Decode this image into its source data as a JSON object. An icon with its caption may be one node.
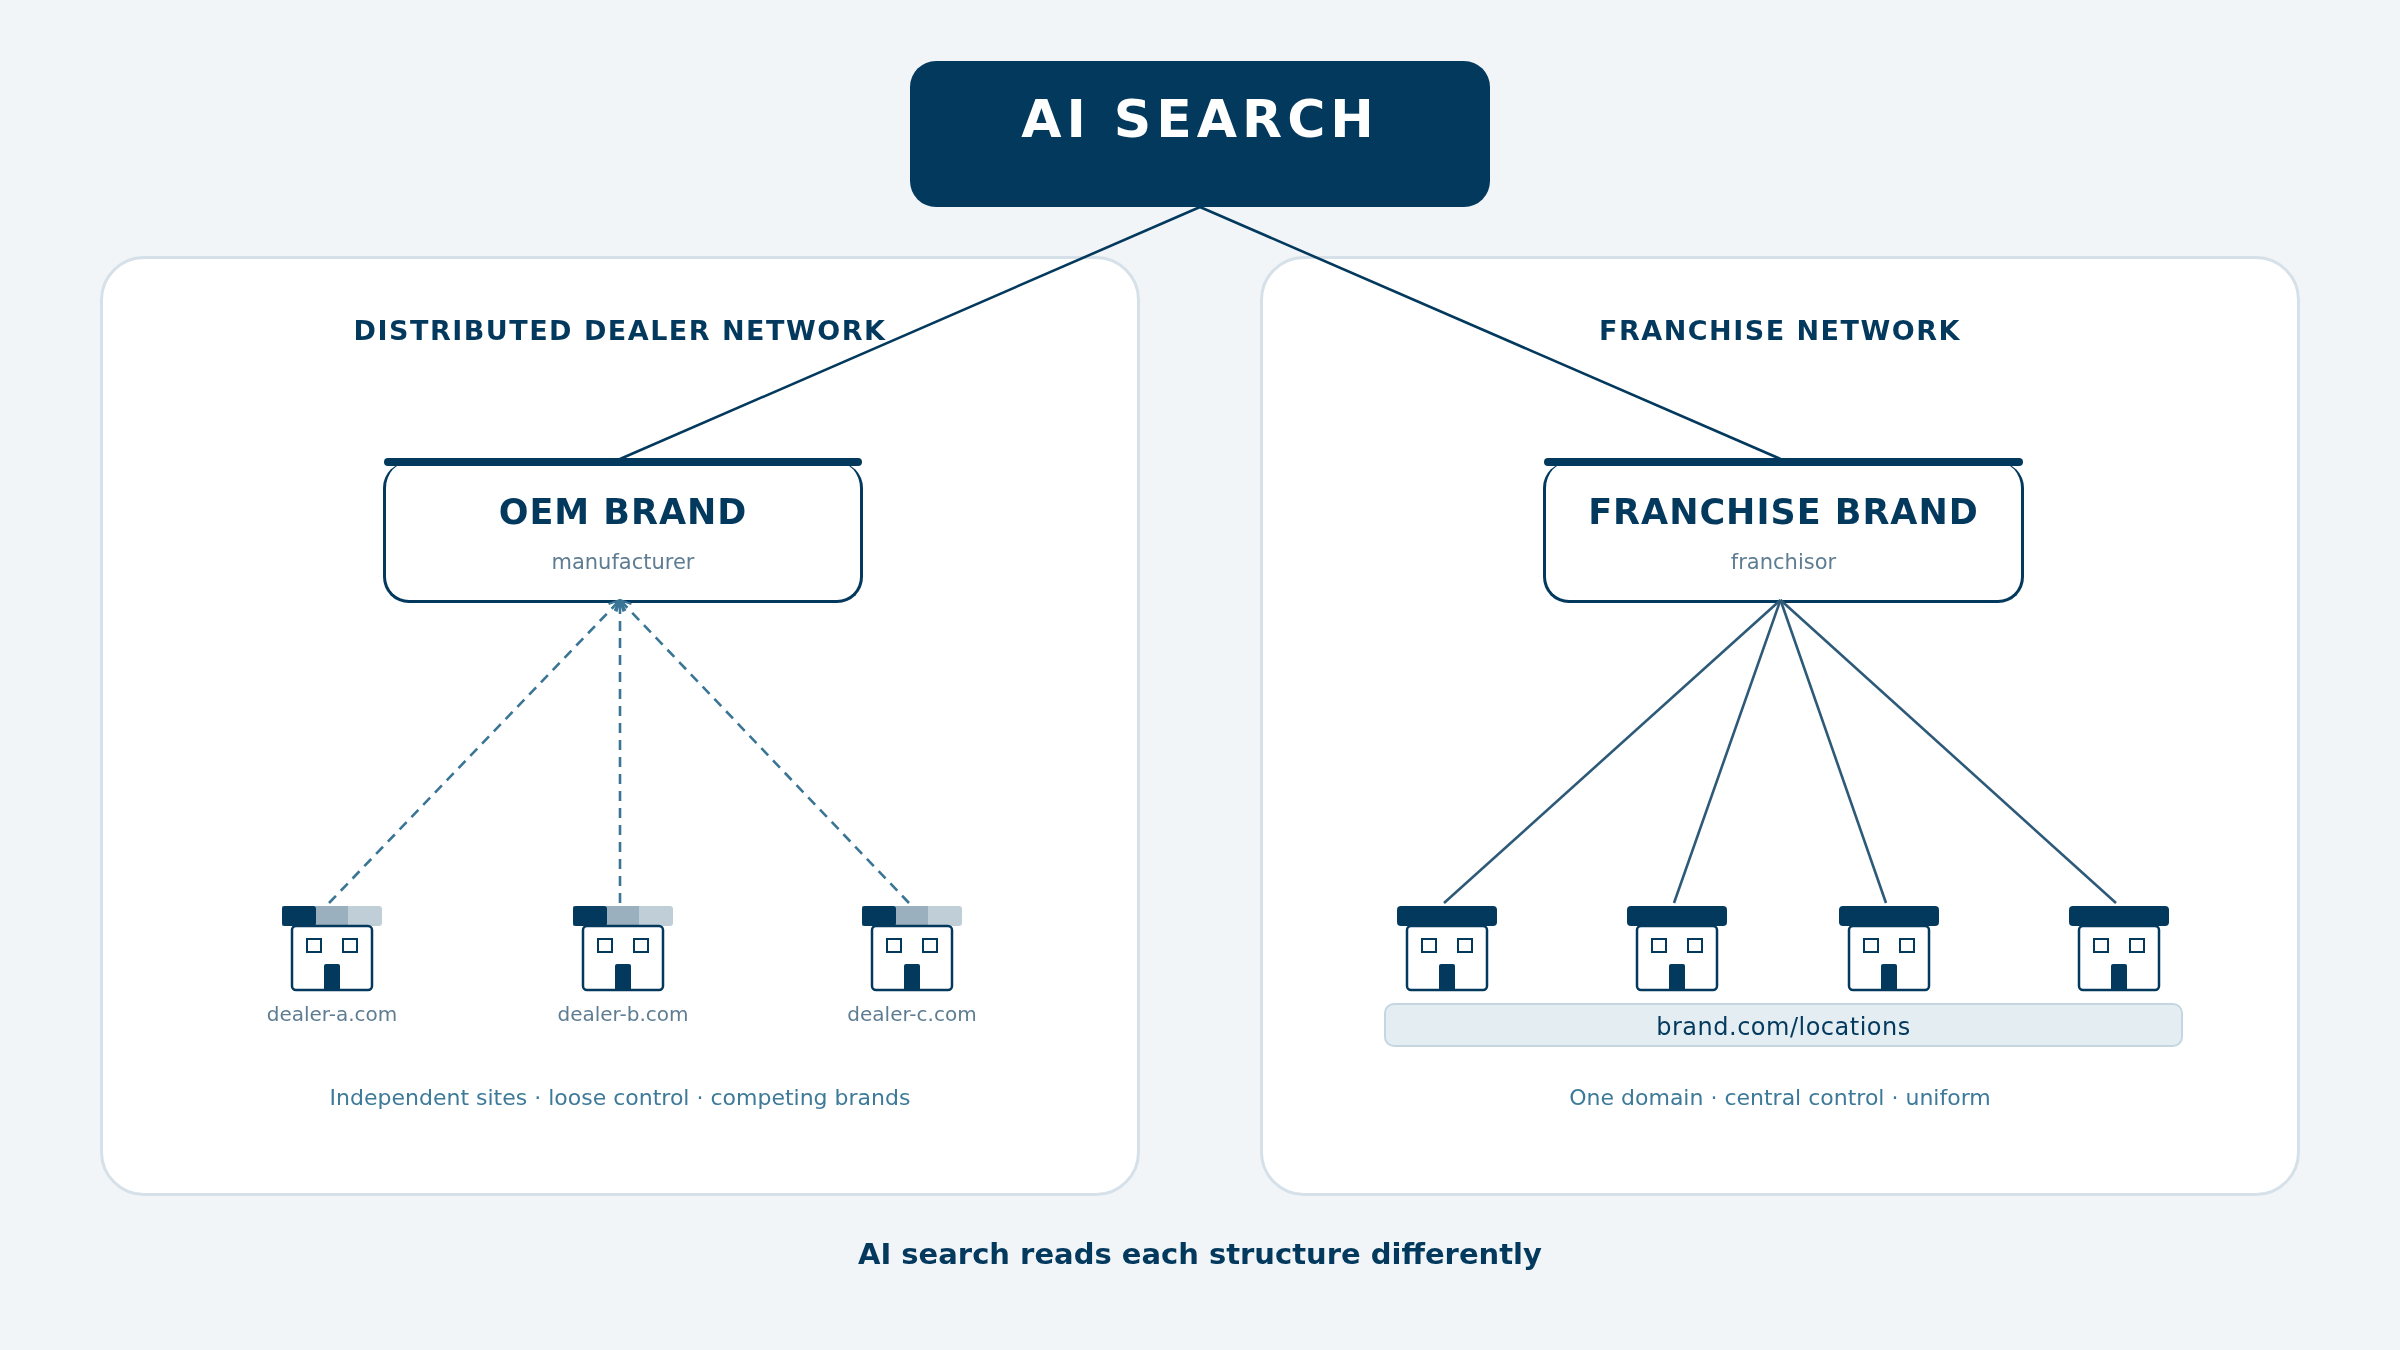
{
  "diagram": {
    "caption": "AI search reads each structure differently",
    "nodes": [
      {
        "text": [
          "AI SEARCH"
        ]
      },
      {
        "text": [
          "DISTRIBUTED DEALER NETWORK",
          "Independent sites · loose control · competing brands"
        ]
      },
      {
        "text": [
          "OEM BRAND",
          "manufacturer"
        ],
        "in": 1
      },
      {
        "text": [
          "dealer-a.com"
        ],
        "in": 1
      },
      {
        "text": [
          "dealer-b.com"
        ],
        "in": 1
      },
      {
        "text": [
          "dealer-c.com"
        ],
        "in": 1
      },
      {
        "text": [
          "FRANCHISE NETWORK",
          "One domain · central control · uniform"
        ]
      },
      {
        "text": [
          "FRANCHISE BRAND",
          "franchisor"
        ],
        "in": 6
      },
      {
        "text": [],
        "shape": "picture",
        "in": 6
      },
      {
        "text": [],
        "shape": "picture",
        "in": 6
      },
      {
        "text": [],
        "shape": "picture",
        "in": 6
      },
      {
        "text": [],
        "shape": "picture",
        "in": 6
      },
      {
        "text": [
          "brand.com/locations"
        ],
        "in": 6
      }
    ],
    "edges": [
      {
        "from": 0,
        "to": 2,
        "arrow": "none"
      },
      {
        "from": 0,
        "to": 7,
        "arrow": "none"
      },
      {
        "from": 3,
        "to": 2,
        "arrow": "to",
        "style": "dashed",
        "color": "#3a7596"
      },
      {
        "from": 4,
        "to": 2,
        "arrow": "to",
        "style": "dashed",
        "color": "#3a7596"
      },
      {
        "from": 5,
        "to": 2,
        "arrow": "to",
        "style": "dashed",
        "color": "#3a7596"
      },
      {
        "from": 7,
        "to": 8,
        "arrow": "none",
        "color": "#2d5a78"
      },
      {
        "from": 7,
        "to": 9,
        "arrow": "none",
        "color": "#2d5a78"
      },
      {
        "from": 7,
        "to": 10,
        "arrow": "none",
        "color": "#2d5a78"
      },
      {
        "from": 7,
        "to": 11,
        "arrow": "none",
        "color": "#2d5a78"
      }
    ]
  }
}
